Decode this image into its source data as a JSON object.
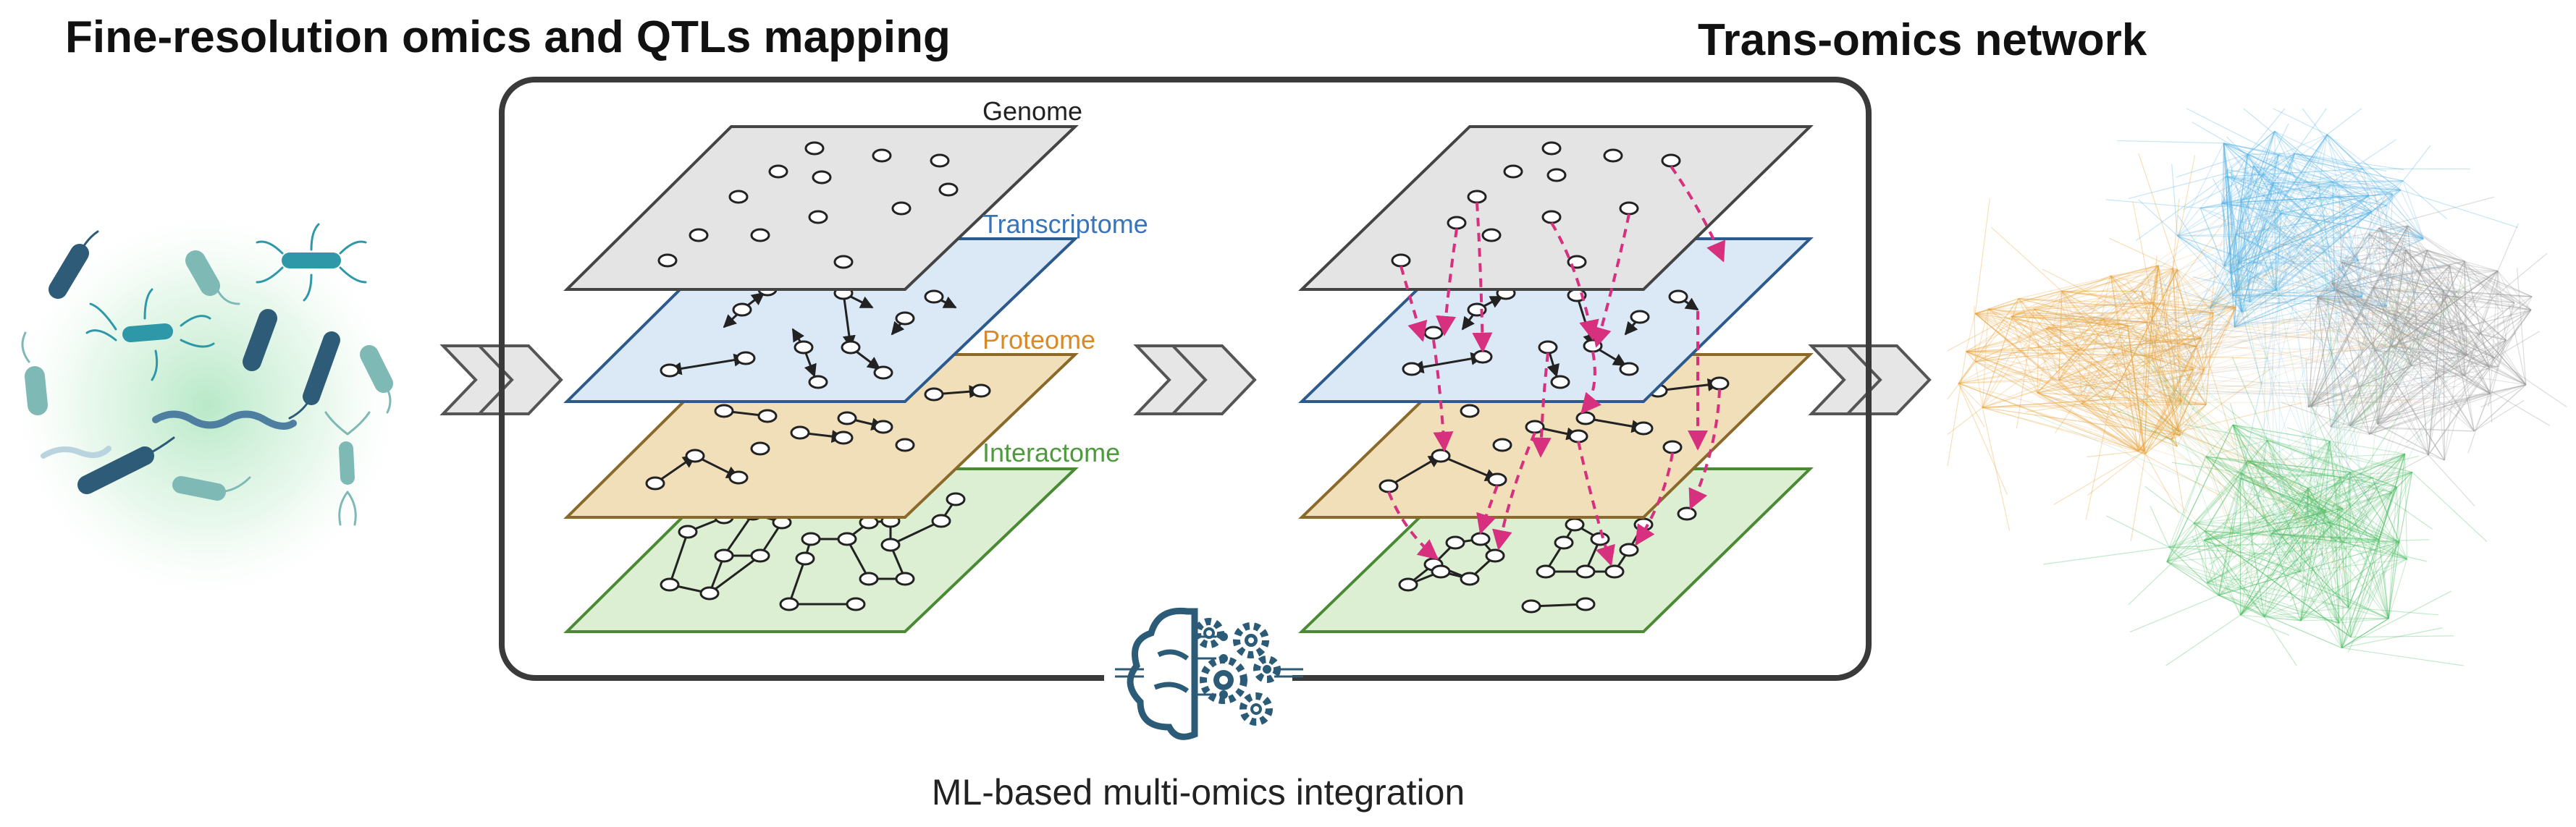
{
  "titles": {
    "left": "Fine-resolution omics and QTLs mapping",
    "right": "Trans-omics network"
  },
  "layers": {
    "genome": "Genome",
    "transcriptome": "Transcriptome",
    "proteome": "Proteome",
    "interactome": "Interactome"
  },
  "caption": "ML-based multi-omics integration",
  "colors": {
    "genome_fill": "#e4e4e4",
    "transcriptome_fill": "#dbe8f6",
    "transcriptome_label": "#3a74b8",
    "proteome_fill": "#f1dfb9",
    "proteome_label": "#d88a2b",
    "interactome_fill": "#dcefd3",
    "interactome_label": "#4e9a3d",
    "arrow_pink": "#d6307f",
    "brain_icon": "#2b5b76",
    "network_blue": "#59b4e6",
    "network_orange": "#eaa23a",
    "network_green": "#4fc066",
    "network_gray": "#9b9b9b"
  },
  "icons": [
    "bacteria-cluster-icon",
    "chevron-arrow-icon",
    "brain-gears-icon",
    "network-hairball-icon"
  ]
}
